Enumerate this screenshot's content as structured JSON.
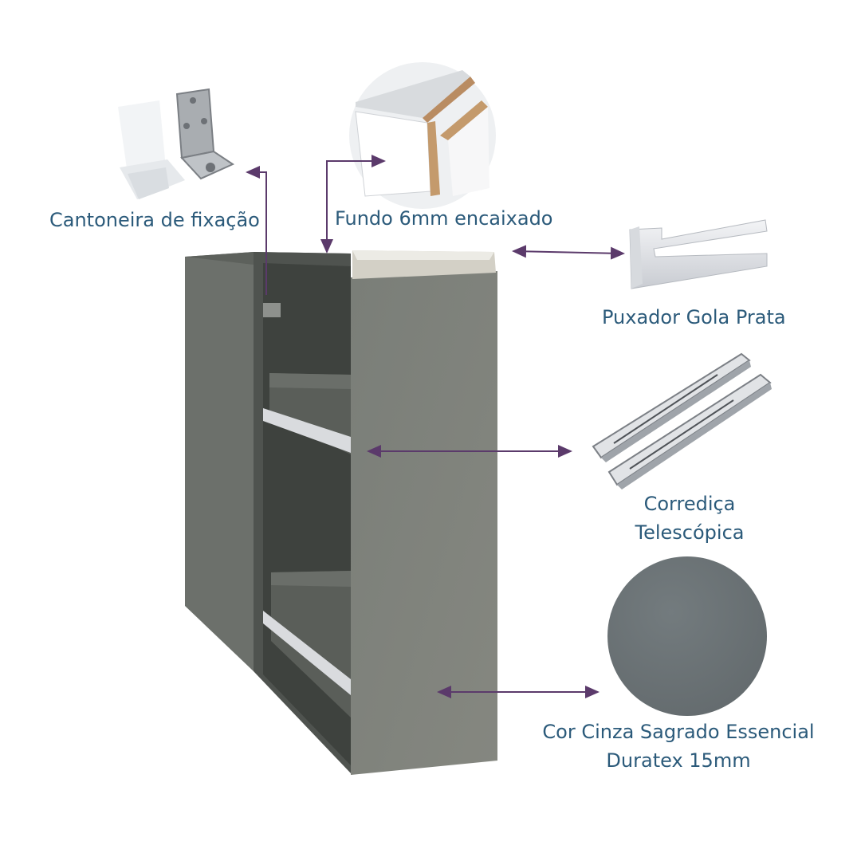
{
  "features": {
    "bracket": {
      "label": "Cantoneira de fixação",
      "icon": "corner-bracket-icon"
    },
    "back_panel": {
      "label": "Fundo 6mm encaixado",
      "icon": "panel-joint-icon"
    },
    "handle": {
      "label": "Puxador Gola Prata",
      "icon": "aluminum-profile-icon"
    },
    "slide": {
      "label_line1": "Corrediça",
      "label_line2": "Telescópica",
      "icon": "telescopic-slide-icon"
    },
    "color": {
      "label_line1": "Cor Cinza Sagrado Essencial",
      "label_line2": "Duratex 15mm",
      "swatch": "#6b7376",
      "icon": "color-swatch-icon"
    }
  },
  "colors": {
    "text": "#2b5a7a",
    "arrow": "#5b3a6b",
    "cabinet": "#6e726c",
    "cabinet_dark": "#4f534f"
  }
}
